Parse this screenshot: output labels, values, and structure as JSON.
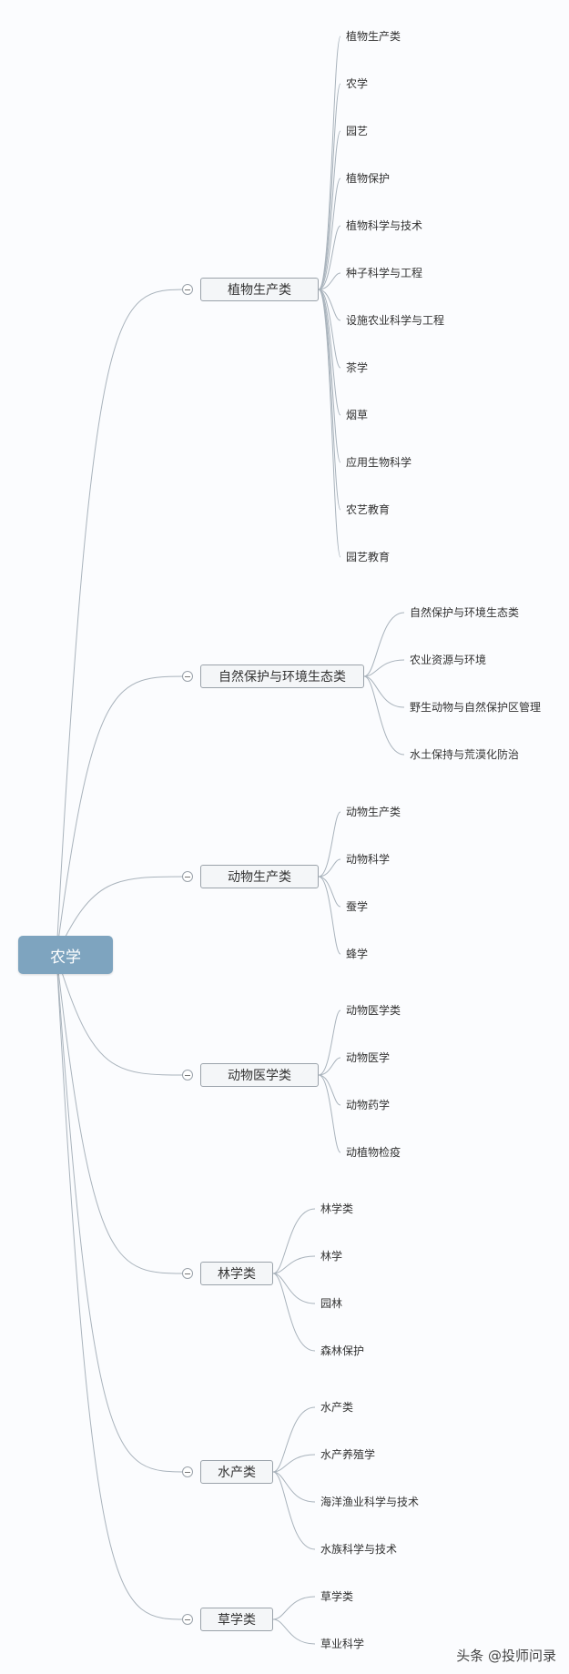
{
  "root": {
    "label": "农学"
  },
  "categories": [
    {
      "label": "植物生产类",
      "items": [
        "植物生产类",
        "农学",
        "园艺",
        "植物保护",
        "植物科学与技术",
        "种子科学与工程",
        "设施农业科学与工程",
        "茶学",
        "烟草",
        "应用生物科学",
        "农艺教育",
        "园艺教育"
      ]
    },
    {
      "label": "自然保护与环境生态类",
      "items": [
        "自然保护与环境生态类",
        "农业资源与环境",
        "野生动物与自然保护区管理",
        "水土保持与荒漠化防治"
      ]
    },
    {
      "label": "动物生产类",
      "items": [
        "动物生产类",
        "动物科学",
        "蚕学",
        "蜂学"
      ]
    },
    {
      "label": "动物医学类",
      "items": [
        "动物医学类",
        "动物医学",
        "动物药学",
        "动植物检疫"
      ]
    },
    {
      "label": "林学类",
      "items": [
        "林学类",
        "林学",
        "园林",
        "森林保护"
      ]
    },
    {
      "label": "水产类",
      "items": [
        "水产类",
        "水产养殖学",
        "海洋渔业科学与技术",
        "水族科学与技术"
      ]
    },
    {
      "label": "草学类",
      "items": [
        "草学类",
        "草业科学"
      ]
    }
  ],
  "watermark": "头条 @投师问录"
}
